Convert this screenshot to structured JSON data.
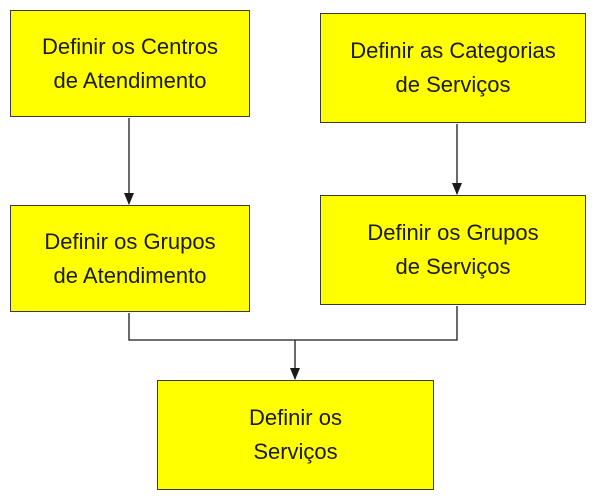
{
  "diagram": {
    "colors": {
      "node_fill": "#ffff00",
      "node_border": "#3a3a3a",
      "edge": "#1a1a1a",
      "text": "#1a1a1a"
    },
    "nodes": {
      "centros_atendimento": {
        "line1": "Definir os Centros",
        "line2": "de Atendimento"
      },
      "categorias_servicos": {
        "line1": "Definir as Categorias",
        "line2": "de Serviços"
      },
      "grupos_atendimento": {
        "line1": "Definir os Grupos",
        "line2": "de Atendimento"
      },
      "grupos_servicos": {
        "line1": "Definir os Grupos",
        "line2": "de Serviços"
      },
      "servicos": {
        "line1": "Definir os",
        "line2": "Serviços"
      }
    },
    "edges": [
      {
        "from": "centros_atendimento",
        "to": "grupos_atendimento"
      },
      {
        "from": "categorias_servicos",
        "to": "grupos_servicos"
      },
      {
        "from": "grupos_atendimento",
        "to": "servicos"
      },
      {
        "from": "grupos_servicos",
        "to": "servicos"
      }
    ]
  }
}
